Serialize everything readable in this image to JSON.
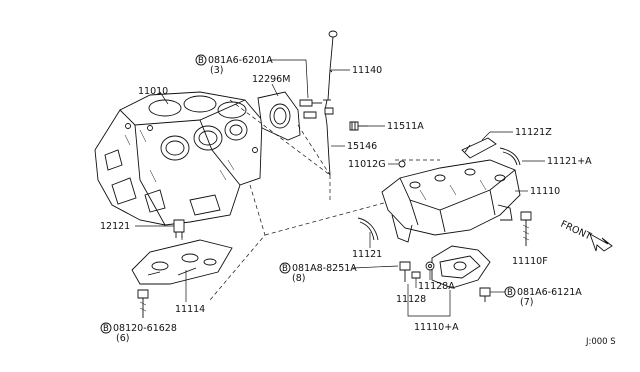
{
  "callouts": {
    "c11010": "11010",
    "c12296m": "12296M",
    "c081a6_6201a": "081A6-6201A",
    "c081a6_6201a_qty": "(3)",
    "c11140": "11140",
    "c11511a": "11511A",
    "c15146": "15146",
    "c11012g": "11012G",
    "c11121z": "11121Z",
    "c11121a": "11121+A",
    "c11110": "11110",
    "c12121": "12121",
    "c11121": "11121",
    "c11110f": "11110F",
    "c081a8_8251a": "081A8-8251A",
    "c081a8_8251a_qty": "(8)",
    "c11128a": "11128A",
    "c11128": "11128",
    "c081a6_6121a": "081A6-6121A",
    "c081a6_6121a_qty": "(7)",
    "c11114": "11114",
    "c08120_61628": "08120-61628",
    "c08120_61628_qty": "(6)",
    "c11110a": "11110+A",
    "front": "FRONT",
    "bolt_marker": "B",
    "diagram_code": "J:000 S"
  },
  "colors": {
    "line": "#111111",
    "background": "#ffffff"
  }
}
